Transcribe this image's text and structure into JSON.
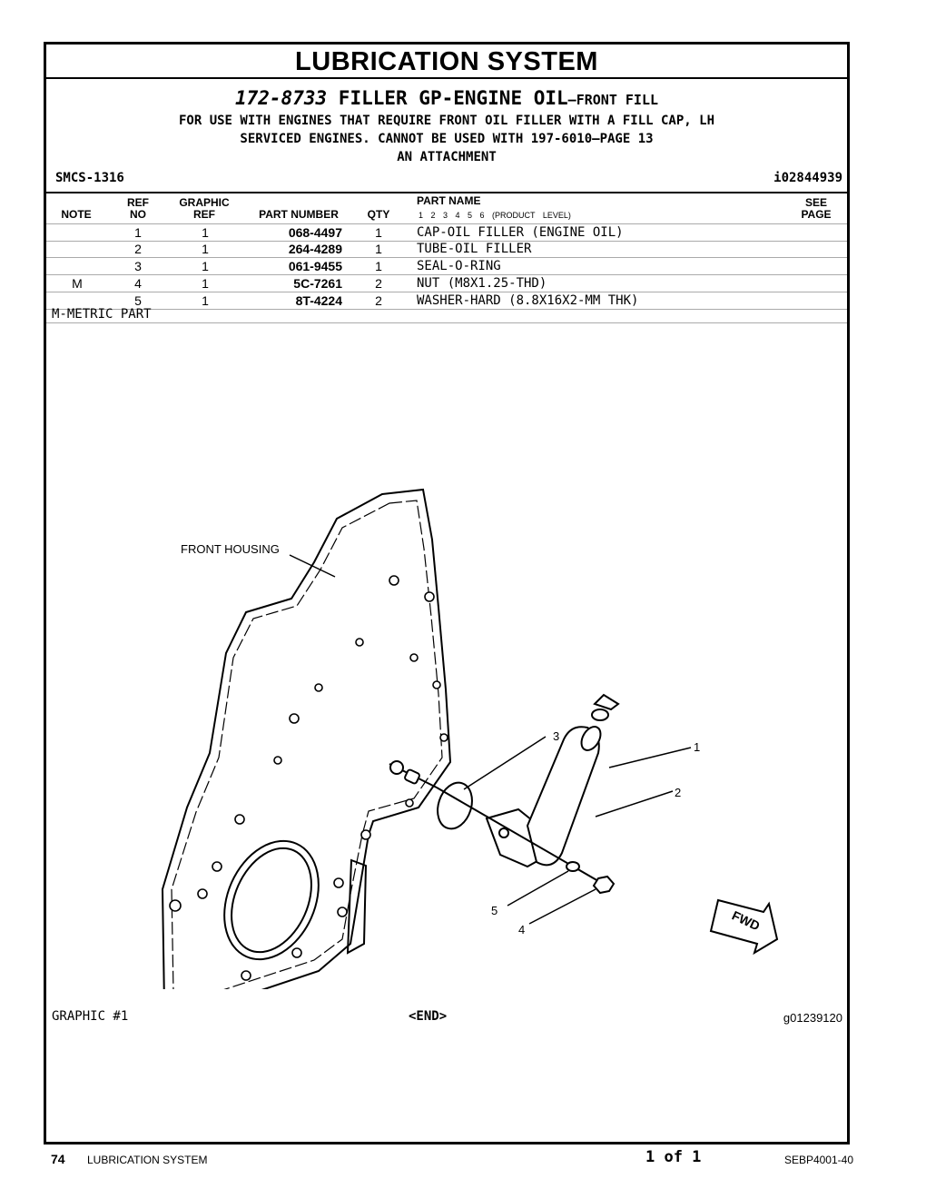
{
  "header": {
    "title": "LUBRICATION SYSTEM",
    "part_number": "172-8733",
    "group_name": "FILLER GP-ENGINE OIL",
    "group_suffix": "—FRONT FILL",
    "description_lines": [
      "FOR USE WITH ENGINES THAT REQUIRE FRONT OIL FILLER WITH A FILL CAP, LH",
      "SERVICED ENGINES. CANNOT BE USED WITH 197-6010—PAGE 13",
      "AN ATTACHMENT"
    ],
    "smcs": "SMCS-1316",
    "info_ref": "i02844939"
  },
  "columns": {
    "note": "NOTE",
    "ref_1": "REF",
    "ref_2": "NO",
    "graphic_1": "GRAPHIC",
    "graphic_2": "REF",
    "part_number": "PART NUMBER",
    "qty": "QTY",
    "part_name": "PART NAME",
    "product_level": "1 2 3 4 5 6 (PRODUCT LEVEL)",
    "see_1": "SEE",
    "see_2": "PAGE"
  },
  "parts": [
    {
      "note": "",
      "ref": "1",
      "graphic": "1",
      "part_number": "068-4497",
      "qty": "1",
      "name": "CAP-OIL FILLER (ENGINE OIL)"
    },
    {
      "note": "",
      "ref": "2",
      "graphic": "1",
      "part_number": "264-4289",
      "qty": "1",
      "name": "TUBE-OIL FILLER"
    },
    {
      "note": "",
      "ref": "3",
      "graphic": "1",
      "part_number": "061-9455",
      "qty": "1",
      "name": "SEAL-O-RING"
    },
    {
      "note": "M",
      "ref": "4",
      "graphic": "1",
      "part_number": "5C-7261",
      "qty": "2",
      "name": "NUT (M8X1.25-THD)"
    },
    {
      "note": "",
      "ref": "5",
      "graphic": "1",
      "part_number": "8T-4224",
      "qty": "2",
      "name": "WASHER-HARD (8.8X16X2-MM THK)"
    }
  ],
  "footnote": "M-METRIC PART",
  "illustration": {
    "front_housing_label": "FRONT HOUSING",
    "callouts": [
      "1",
      "2",
      "3",
      "4",
      "5"
    ],
    "fwd_label": "FWD"
  },
  "graphic_label": "GRAPHIC #1",
  "end_label": "<END>",
  "graphic_id": "g01239120",
  "footer": {
    "page": "74",
    "section": "LUBRICATION SYSTEM",
    "sheet": "1 of 1",
    "doc": "SEBP4001-40"
  }
}
